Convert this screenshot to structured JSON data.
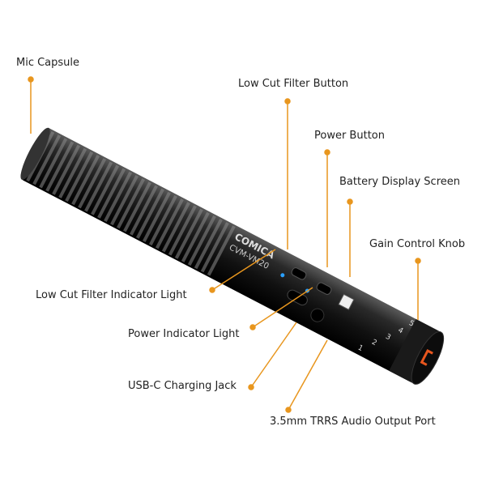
{
  "product": {
    "brand": "COMICA",
    "model": "CVM-VM20",
    "gain_scale": [
      "1",
      "2",
      "3",
      "4",
      "5"
    ]
  },
  "accent_color": "#e8961e",
  "labels": {
    "mic_capsule": "Mic Capsule",
    "low_cut_filter_button": "Low Cut Filter Button",
    "power_button": "Power Button",
    "battery_display_screen": "Battery Display Screen",
    "gain_control_knob": "Gain Control Knob",
    "low_cut_filter_indicator_light": "Low Cut Filter Indicator Light",
    "power_indicator_light": "Power Indicator Light",
    "usbc_charging_jack": "USB-C Charging Jack",
    "audio_output_port": "3.5mm TRRS Audio Output Port"
  }
}
